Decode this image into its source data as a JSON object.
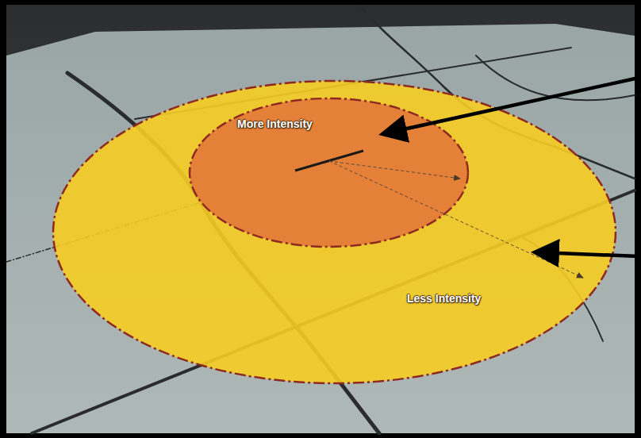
{
  "diagram": {
    "nodes": [
      {
        "text": [
          "Less Intensity"
        ]
      },
      {
        "text": [
          "More Intensity"
        ],
        "in": 0
      }
    ]
  }
}
